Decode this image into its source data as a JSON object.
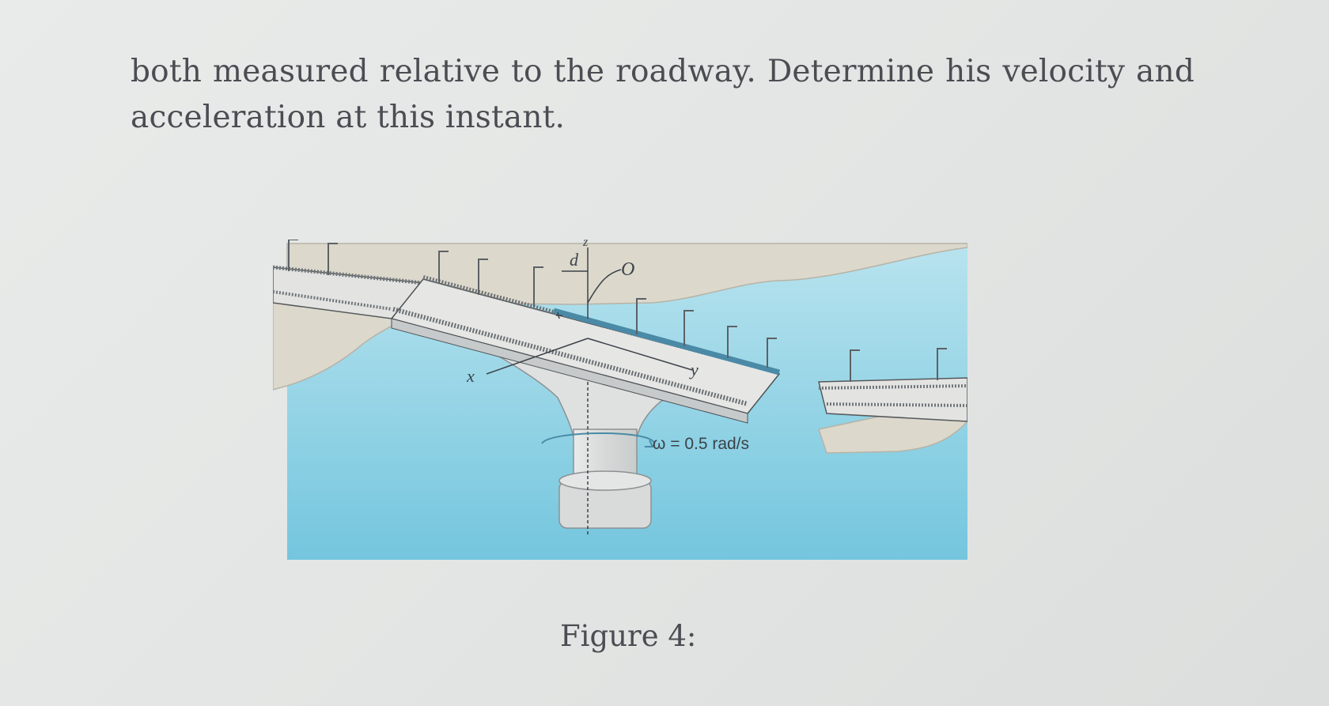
{
  "text": {
    "line1": "both measured relative to the roadway. Determine his velocity and",
    "line2": "acceleration at this instant."
  },
  "figure": {
    "labels": {
      "x": "x",
      "y": "y",
      "z": "z",
      "d": "d",
      "o": "O",
      "omega": "ω = 0.5 rad/s"
    },
    "caption": "Figure 4:"
  },
  "colors": {
    "water_top": "#b8e3ee",
    "water_bottom": "#74c6de",
    "land": "#dcd8cc",
    "pier": "#dddfdd",
    "rail_blue": "#4a8aa6"
  }
}
